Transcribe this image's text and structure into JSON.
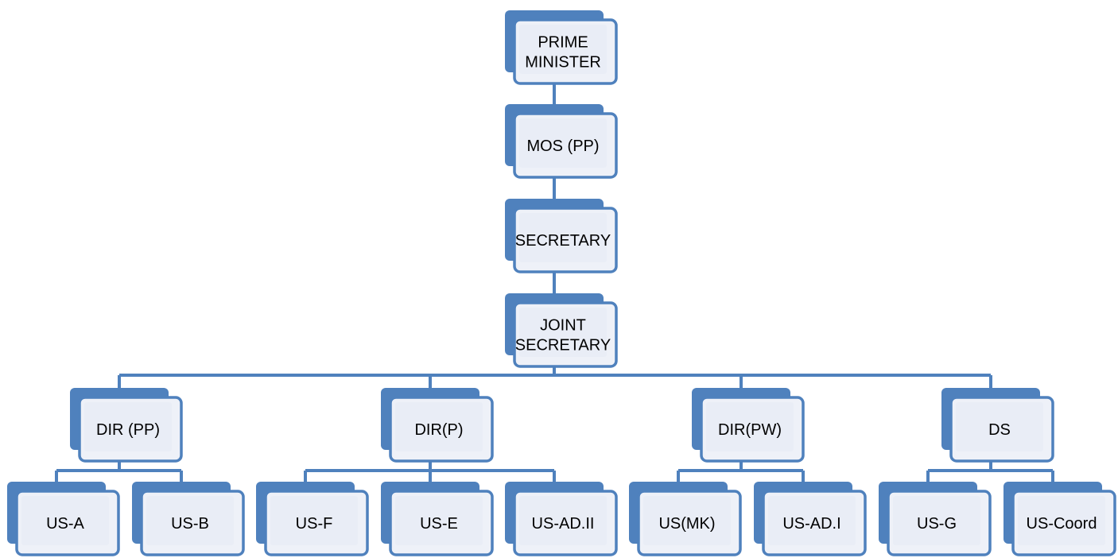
{
  "colors": {
    "accent": "#4f81bd",
    "node_fill": "#eef1f8",
    "text": "#000000"
  },
  "nodes": {
    "pm": [
      "PRIME",
      "MINISTER"
    ],
    "mos": [
      "MOS (PP)"
    ],
    "sec": [
      "SECRETARY"
    ],
    "js": [
      "JOINT",
      "SECRETARY"
    ],
    "dir_pp": [
      "DIR (PP)"
    ],
    "dir_p": [
      "DIR(P)"
    ],
    "dir_pw": [
      "DIR(PW)"
    ],
    "ds": [
      "DS"
    ],
    "us_a": [
      "US-A"
    ],
    "us_b": [
      "US-B"
    ],
    "us_f": [
      "US-F"
    ],
    "us_e": [
      "US-E"
    ],
    "us_ad2": [
      "US-AD.II"
    ],
    "us_mk": [
      "US(MK)"
    ],
    "us_ad1": [
      "US-AD.I"
    ],
    "us_g": [
      "US-G"
    ],
    "us_coord": [
      "US-Coord"
    ]
  },
  "tree": [
    [
      "pm",
      "mos"
    ],
    [
      "mos",
      "sec"
    ],
    [
      "sec",
      "js"
    ],
    [
      "js",
      "dir_pp"
    ],
    [
      "js",
      "dir_p"
    ],
    [
      "js",
      "dir_pw"
    ],
    [
      "js",
      "ds"
    ],
    [
      "dir_pp",
      "us_a"
    ],
    [
      "dir_pp",
      "us_b"
    ],
    [
      "dir_p",
      "us_f"
    ],
    [
      "dir_p",
      "us_e"
    ],
    [
      "dir_p",
      "us_ad2"
    ],
    [
      "dir_pw",
      "us_mk"
    ],
    [
      "dir_pw",
      "us_ad1"
    ],
    [
      "ds",
      "us_g"
    ],
    [
      "ds",
      "us_coord"
    ]
  ]
}
